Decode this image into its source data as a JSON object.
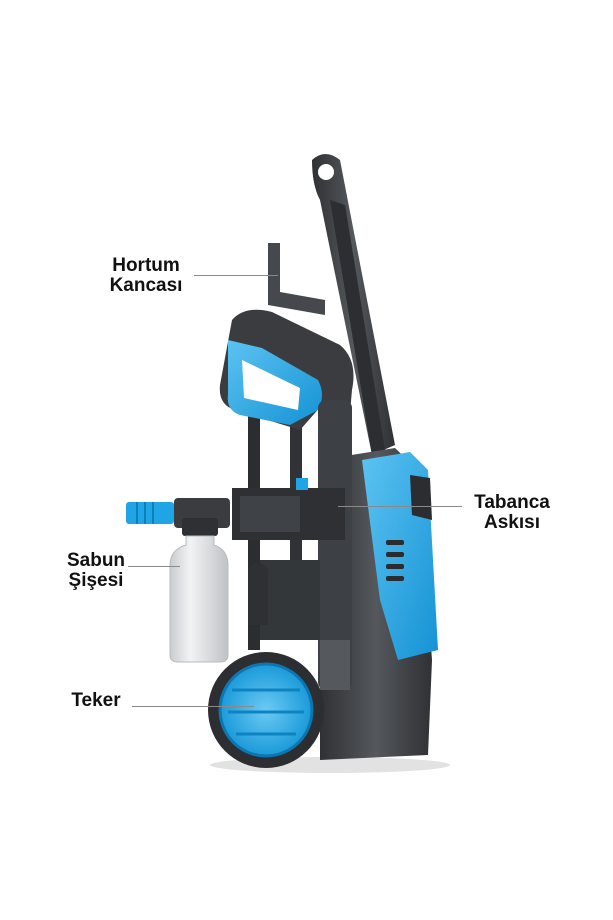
{
  "labels": {
    "hose_hook": {
      "line1": "Hortum",
      "line2": "Kancası"
    },
    "gun_holder": {
      "line1": "Tabanca",
      "line2": "Askısı"
    },
    "soap_bottle": {
      "line1": "Sabun",
      "line2": "Şişesi"
    },
    "wheel": {
      "line1": "Teker"
    }
  },
  "colors": {
    "body_dark": "#3d3f43",
    "body_mid": "#505357",
    "accent_blue": "#1fa5e6",
    "accent_blue_light": "#5cc3f2",
    "bottle": "#e6e8ea",
    "leader": "#8a8a8a"
  }
}
